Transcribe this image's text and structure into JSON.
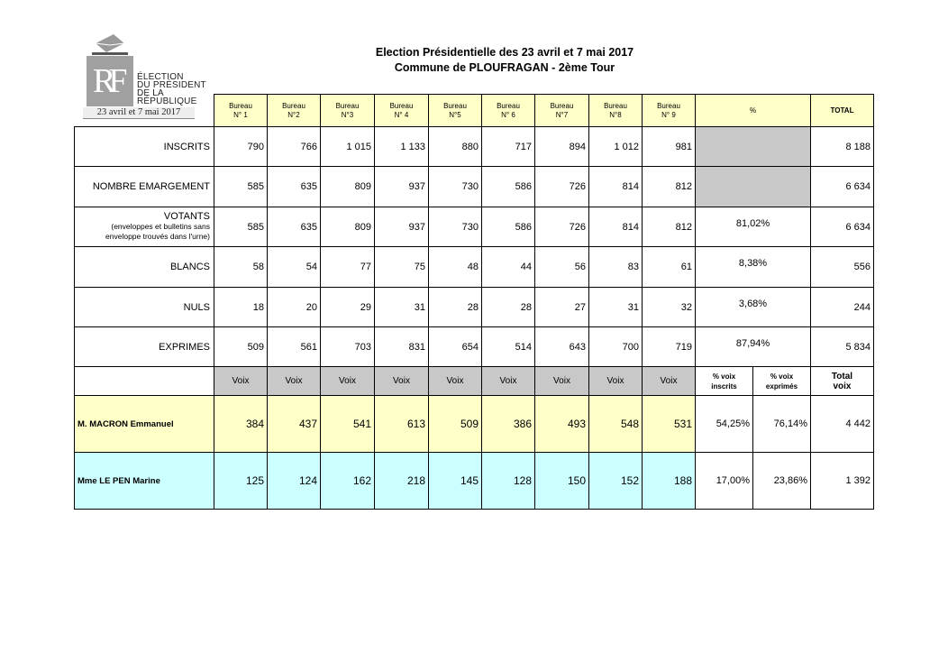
{
  "title_line1": "Election Présidentielle des 23 avril et 7 mai 2017",
  "title_line2": "Commune de PLOUFRAGAN - 2ème Tour",
  "logo": {
    "line1": "ÉLECTION",
    "line2": "DU PRÉSIDENT",
    "line3": "DE LA",
    "line4": "RÉPUBLIQUE",
    "date": "23 avril et 7 mai 2017",
    "monogram": "RF"
  },
  "header": {
    "bureaux": [
      "Bureau\nN° 1",
      "Bureau\nN°2",
      "Bureau\nN°3",
      "Bureau\nN° 4",
      "Bureau\nN°5",
      "Bureau\nN° 6",
      "Bureau\nN°7",
      "Bureau\nN°8",
      "Bureau\nN° 9"
    ],
    "pct": "%",
    "total": "TOTAL"
  },
  "rows": [
    {
      "label": "INSCRITS",
      "values": [
        "790",
        "766",
        "1 015",
        "1 133",
        "880",
        "717",
        "894",
        "1 012",
        "981"
      ],
      "pct": "",
      "total": "8 188"
    },
    {
      "label": "NOMBRE EMARGEMENT",
      "values": [
        "585",
        "635",
        "809",
        "937",
        "730",
        "586",
        "726",
        "814",
        "812"
      ],
      "pct": "",
      "total": "6 634"
    },
    {
      "label": "VOTANTS",
      "note1": "(enveloppes et bulletins sans",
      "note2": "enveloppe trouvés dans l'urne)",
      "values": [
        "585",
        "635",
        "809",
        "937",
        "730",
        "586",
        "726",
        "814",
        "812"
      ],
      "pct": "81,02%",
      "total": "6 634"
    },
    {
      "label": "BLANCS",
      "values": [
        "58",
        "54",
        "77",
        "75",
        "48",
        "44",
        "56",
        "83",
        "61"
      ],
      "pct": "8,38%",
      "total": "556"
    },
    {
      "label": "NULS",
      "values": [
        "18",
        "20",
        "29",
        "31",
        "28",
        "28",
        "27",
        "31",
        "32"
      ],
      "pct": "3,68%",
      "total": "244"
    },
    {
      "label": "EXPRIMES",
      "values": [
        "509",
        "561",
        "703",
        "831",
        "654",
        "514",
        "643",
        "700",
        "719"
      ],
      "pct": "87,94%",
      "total": "5 834"
    }
  ],
  "subheader": {
    "voix": "Voix",
    "pct_inscrits": "% voix\ninscrits",
    "pct_exprimes": "% voix\nexprimés",
    "total_voix": "Total\nvoix"
  },
  "candidates": [
    {
      "name": "M. MACRON Emmanuel",
      "values": [
        "384",
        "437",
        "541",
        "613",
        "509",
        "386",
        "493",
        "548",
        "531"
      ],
      "pct_inscrits": "54,25%",
      "pct_exprimes": "76,14%",
      "total": "4 442"
    },
    {
      "name": "Mme LE PEN Marine",
      "values": [
        "125",
        "124",
        "162",
        "218",
        "145",
        "128",
        "150",
        "152",
        "188"
      ],
      "pct_inscrits": "17,00%",
      "pct_exprimes": "23,86%",
      "total": "1 392"
    }
  ]
}
